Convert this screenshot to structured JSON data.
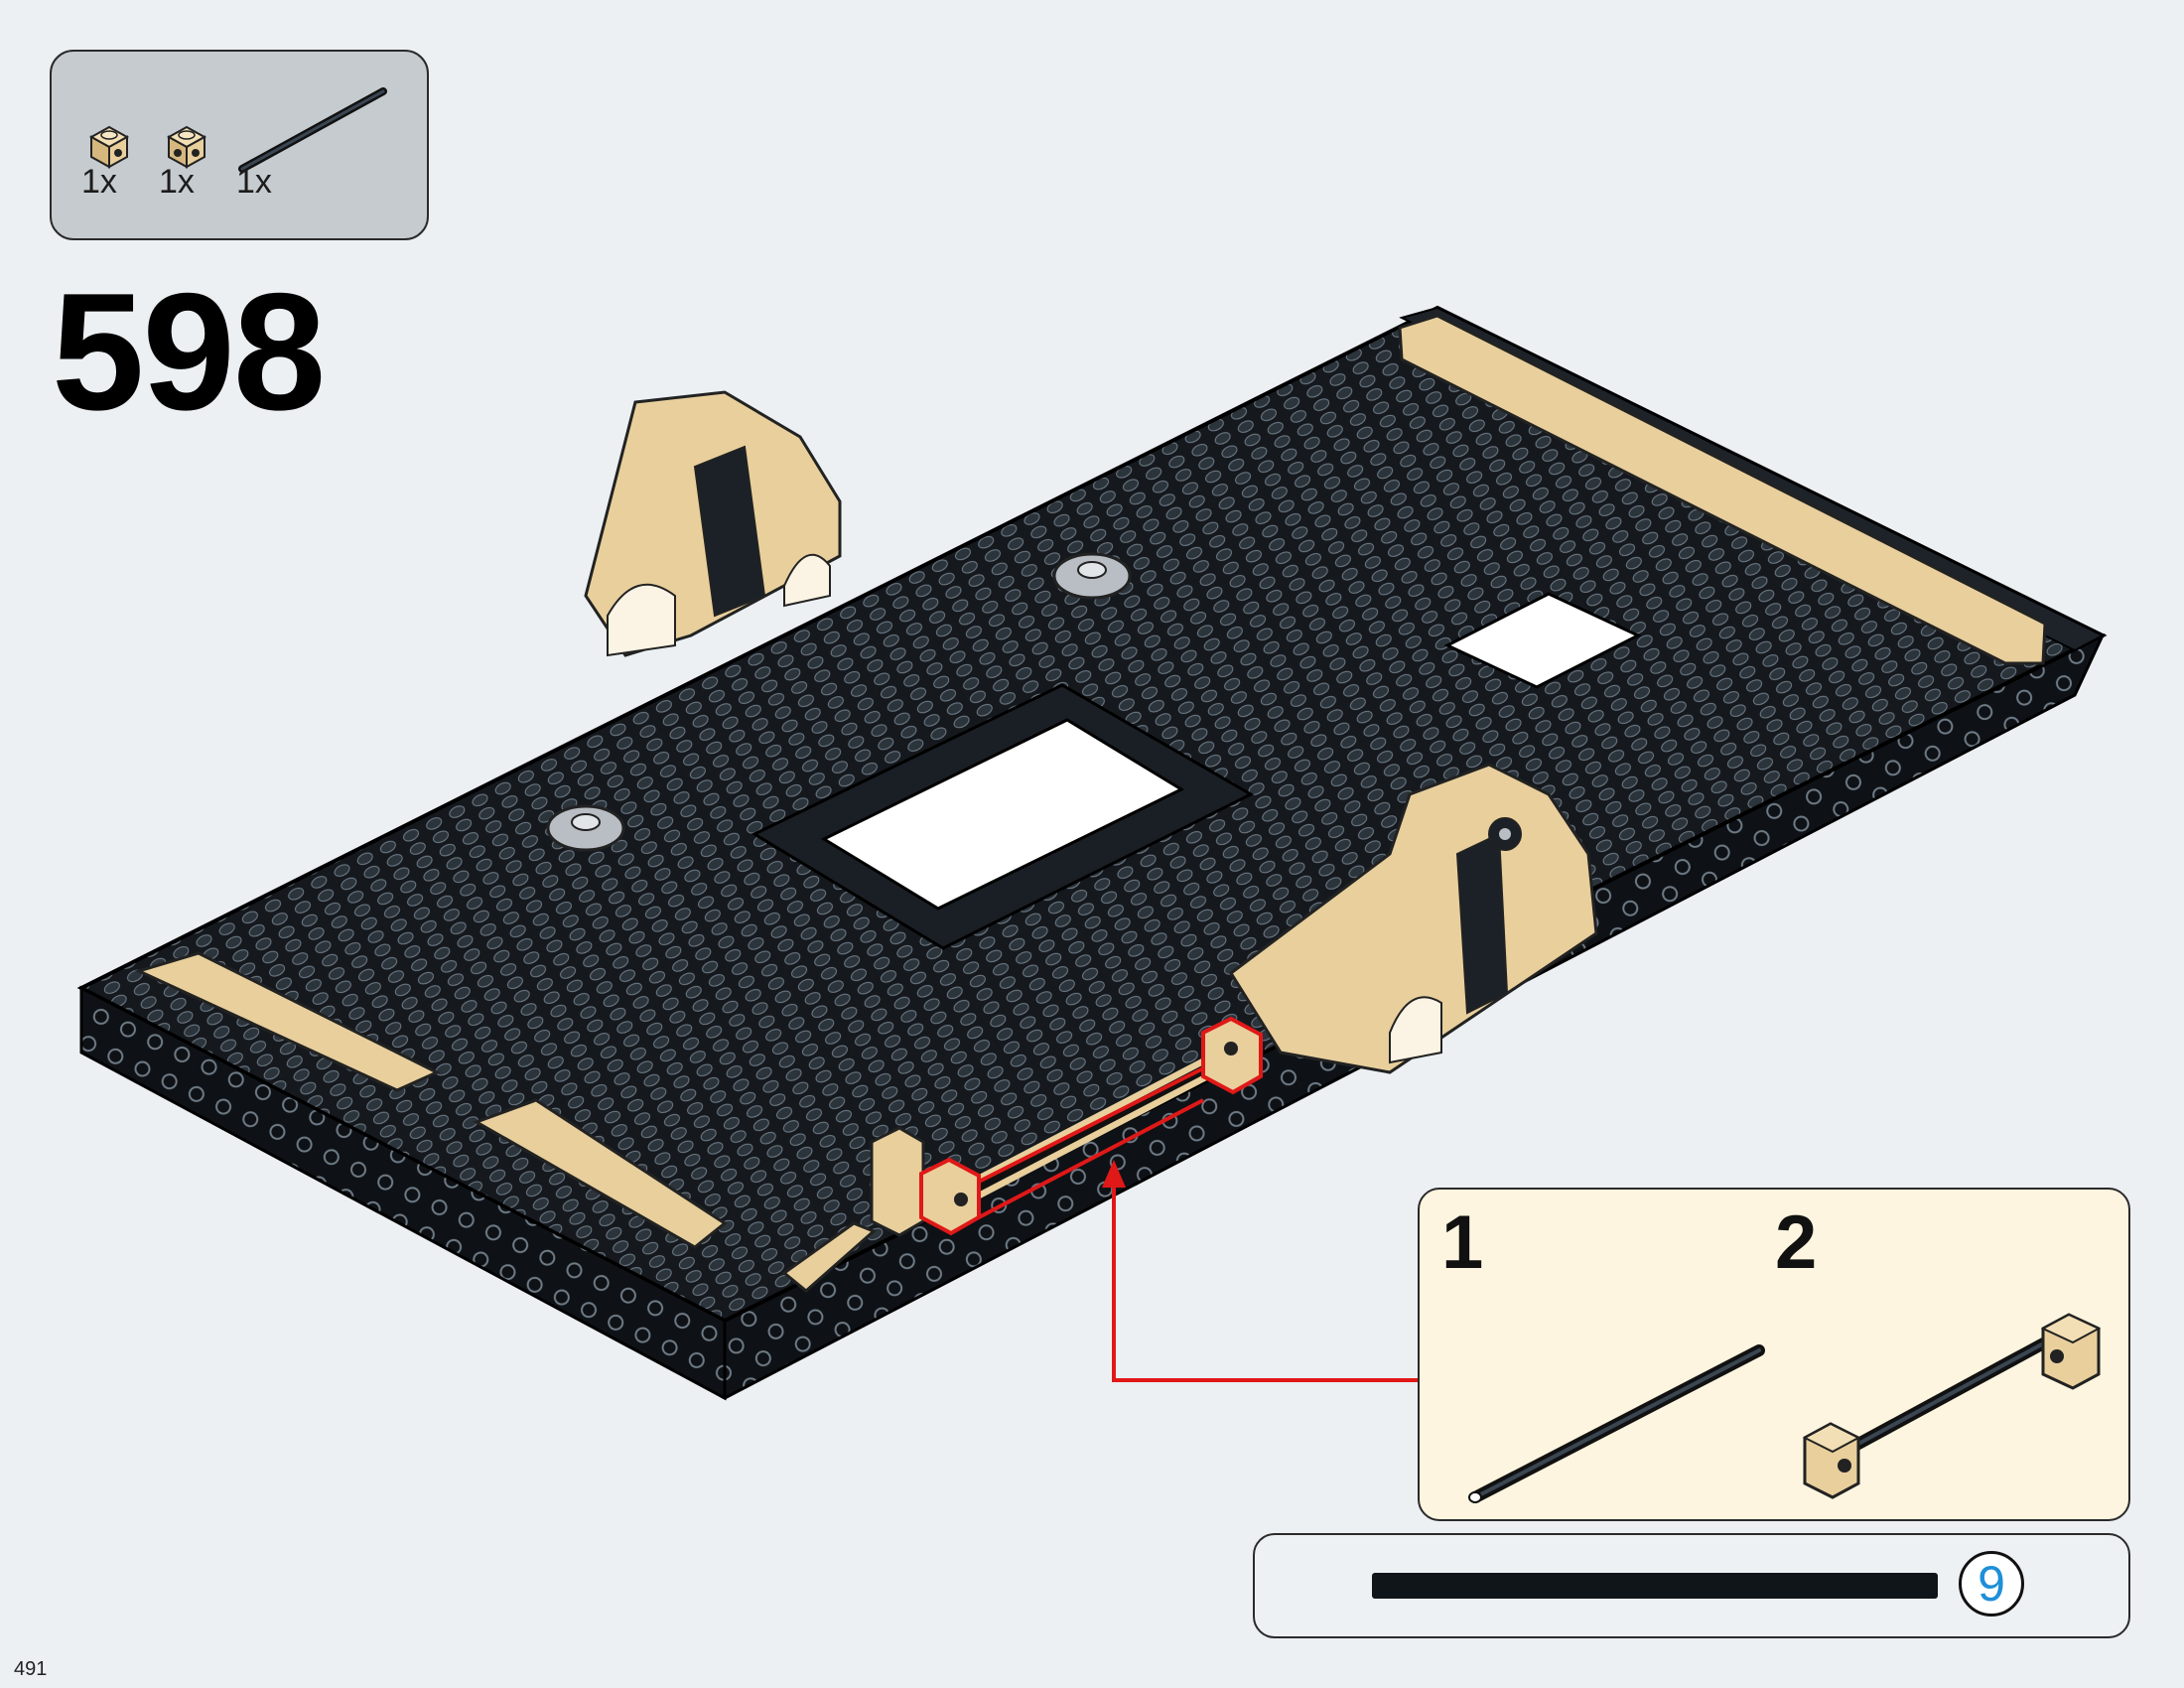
{
  "step": {
    "number": "598"
  },
  "parts_list": [
    {
      "name": "tan 1x1 brick with side hole",
      "count": "1x",
      "color": "#e8cf9c",
      "icon": "tan-brick-icon"
    },
    {
      "name": "tan 1x1 brick with side holes",
      "count": "1x",
      "color": "#e8cf9c",
      "icon": "tan-brick-icon"
    },
    {
      "name": "black axle",
      "count": "1x",
      "color": "#1b2228",
      "icon": "axle-icon"
    }
  ],
  "sub_steps": [
    {
      "number": "1"
    },
    {
      "number": "2"
    }
  ],
  "length_reference": {
    "value": "9",
    "color": "#1e8fd8"
  },
  "colors": {
    "tan": "#e8cf9c",
    "black": "#14191e",
    "highlight": "#e01818",
    "page_background": "#ecf0f3"
  },
  "page": {
    "number": "491"
  }
}
